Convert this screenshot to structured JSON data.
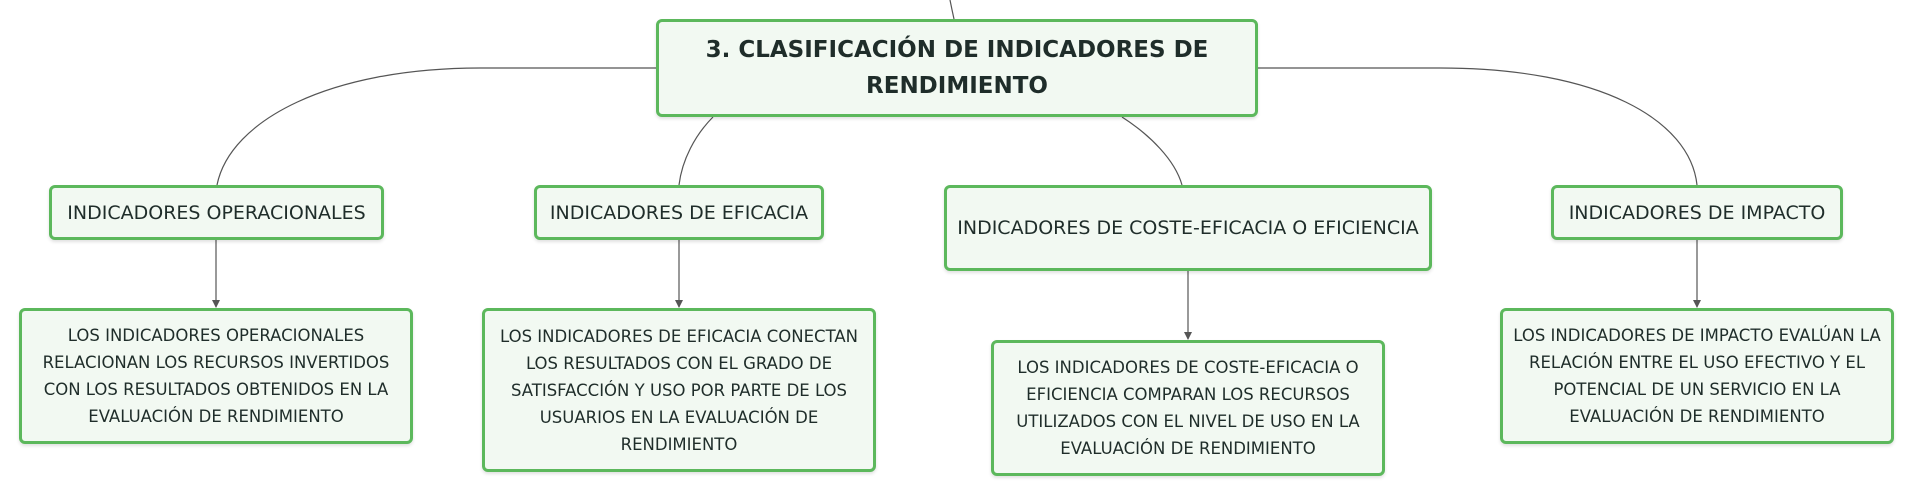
{
  "root": {
    "title": "3. CLASIFICACIÓN DE INDICADORES DE RENDIMIENTO"
  },
  "categories": [
    {
      "label": "INDICADORES OPERACIONALES",
      "description": "LOS INDICADORES OPERACIONALES RELACIONAN LOS RECURSOS INVERTIDOS CON LOS RESULTADOS OBTENIDOS EN LA EVALUACIÓN DE RENDIMIENTO"
    },
    {
      "label": "INDICADORES DE EFICACIA",
      "description": "LOS INDICADORES DE EFICACIA CONECTAN LOS RESULTADOS CON EL GRADO DE SATISFACCIÓN Y USO POR PARTE DE LOS USUARIOS EN LA EVALUACIÓN DE RENDIMIENTO"
    },
    {
      "label": "INDICADORES DE COSTE-EFICACIA O EFICIENCIA",
      "description": "LOS INDICADORES DE COSTE-EFICACIA O EFICIENCIA COMPARAN LOS RECURSOS UTILIZADOS CON EL NIVEL DE USO EN LA EVALUACIÓN DE RENDIMIENTO"
    },
    {
      "label": "INDICADORES DE IMPACTO",
      "description": "LOS INDICADORES DE IMPACTO EVALÚAN LA RELACIÓN ENTRE EL USO EFECTIVO Y EL POTENCIAL DE UN SERVICIO EN LA EVALUACIÓN DE RENDIMIENTO"
    }
  ],
  "colors": {
    "node_border": "#5cb85c",
    "node_fill": "#f2f9f2",
    "connector": "#555555"
  }
}
